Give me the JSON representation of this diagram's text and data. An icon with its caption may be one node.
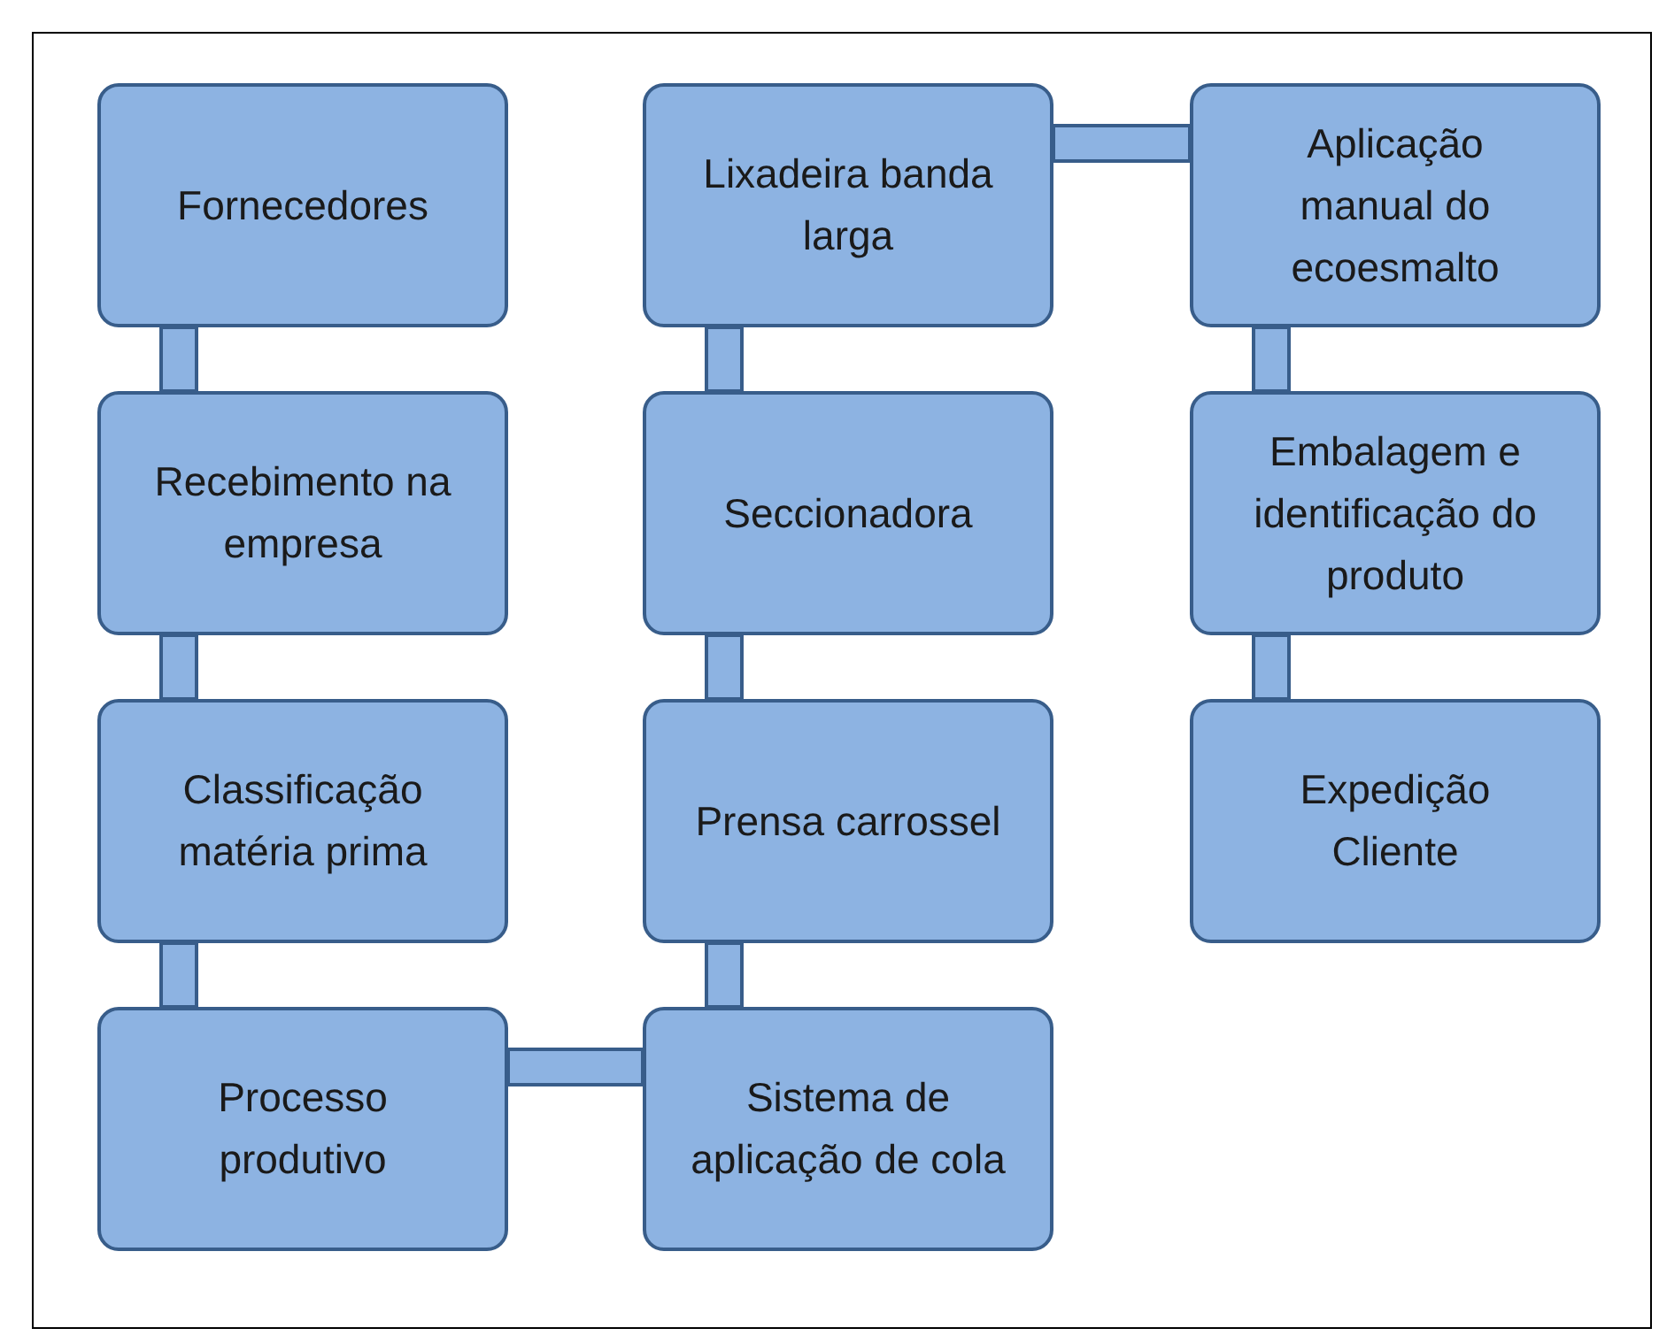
{
  "diagram": {
    "nodes": [
      {
        "text": [
          "Fornecedores"
        ]
      },
      {
        "text": [
          "Recebimento na empresa"
        ]
      },
      {
        "text": [
          "Classificação matéria prima"
        ]
      },
      {
        "text": [
          "Processo produtivo"
        ]
      },
      {
        "text": [
          "Sistema de aplicação de cola"
        ]
      },
      {
        "text": [
          "Prensa carrossel"
        ]
      },
      {
        "text": [
          "Seccionadora"
        ]
      },
      {
        "text": [
          "Lixadeira banda larga"
        ]
      },
      {
        "text": [
          "Aplicação manual do ecoesmalto"
        ]
      },
      {
        "text": [
          "Embalagem e identificação do produto"
        ]
      },
      {
        "text": [
          "Expedição Cliente"
        ]
      }
    ],
    "edges": [
      {
        "from": 0,
        "to": 1,
        "arrow": "none",
        "style": "thick"
      },
      {
        "from": 1,
        "to": 2,
        "arrow": "none",
        "style": "thick"
      },
      {
        "from": 2,
        "to": 3,
        "arrow": "none",
        "style": "thick"
      },
      {
        "from": 3,
        "to": 4,
        "arrow": "none",
        "style": "thick"
      },
      {
        "from": 4,
        "to": 5,
        "arrow": "none",
        "style": "thick"
      },
      {
        "from": 5,
        "to": 6,
        "arrow": "none",
        "style": "thick"
      },
      {
        "from": 6,
        "to": 7,
        "arrow": "none",
        "style": "thick"
      },
      {
        "from": 7,
        "to": 8,
        "arrow": "none",
        "style": "thick"
      },
      {
        "from": 8,
        "to": 9,
        "arrow": "none",
        "style": "thick"
      },
      {
        "from": 9,
        "to": 10,
        "arrow": "none",
        "style": "thick"
      }
    ]
  }
}
